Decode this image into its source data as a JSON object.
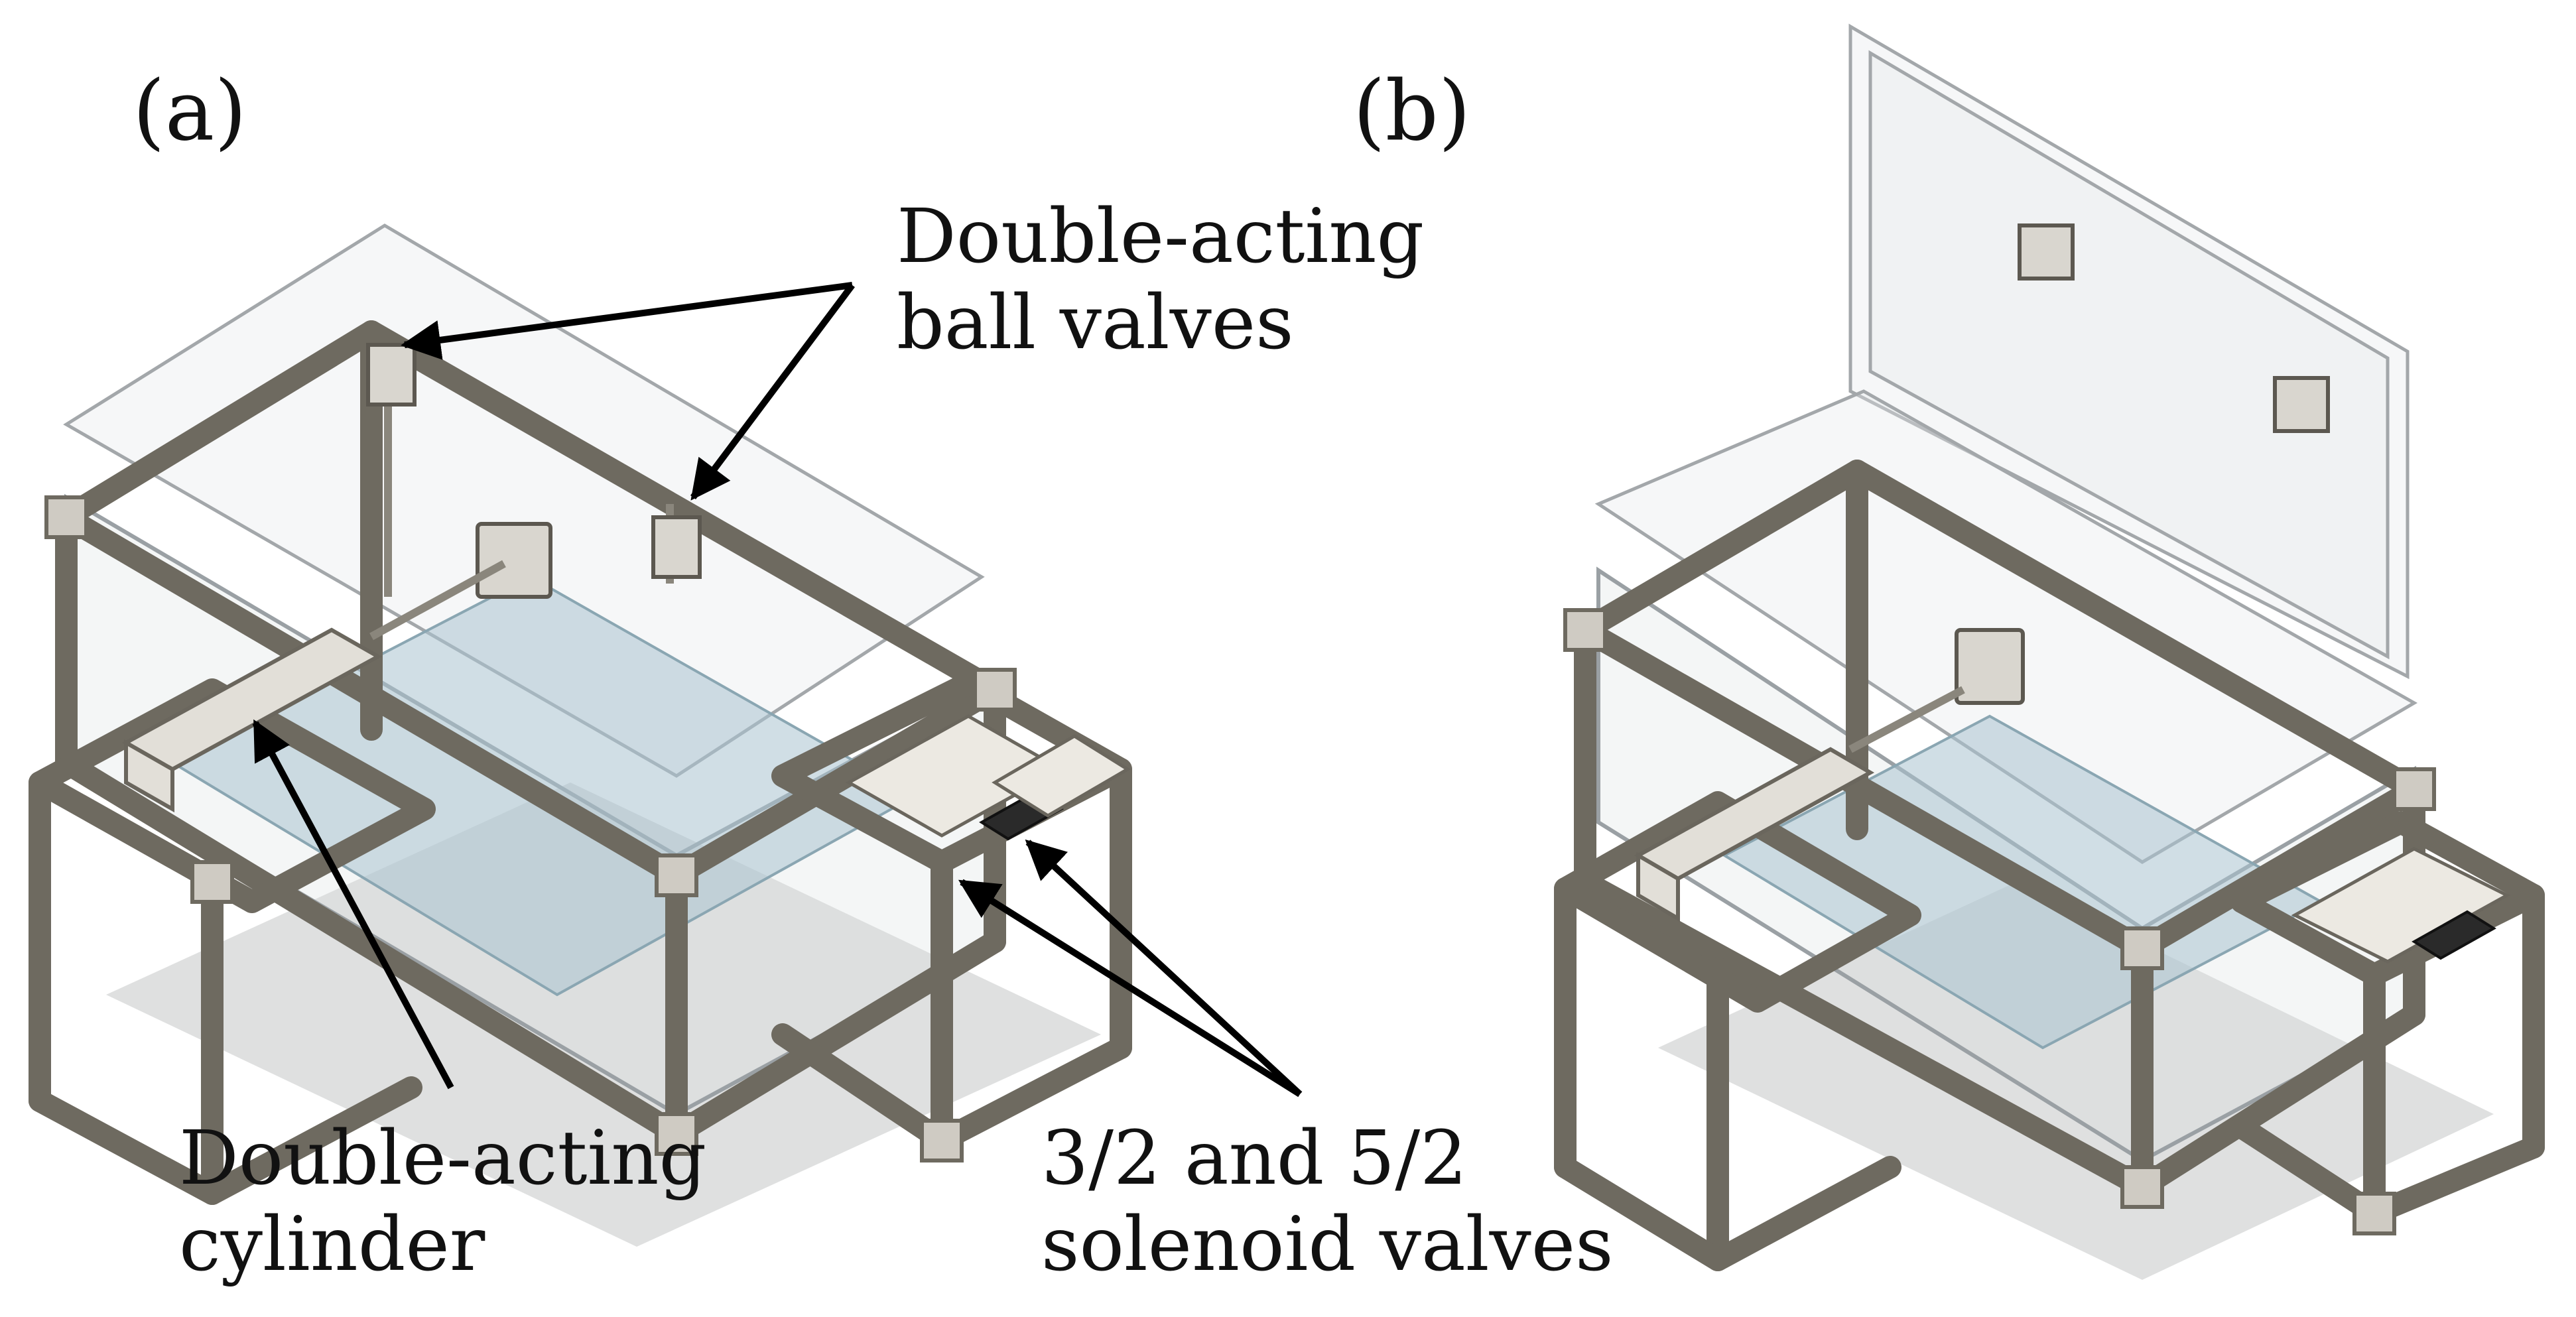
{
  "panels": {
    "a": {
      "label": "(a)"
    },
    "b": {
      "label": "(b)"
    }
  },
  "callouts": {
    "ball_valves": {
      "line1": "Double-acting",
      "line2": "ball valves"
    },
    "cylinder": {
      "line1": "Double-acting",
      "line2": "cylinder"
    },
    "solenoid_valves": {
      "line1": "3/2 and 5/2",
      "line2": "solenoid valves"
    }
  },
  "colors": {
    "frame": "#6e6a60",
    "glass": "#d8dde0",
    "water": "#a9c3cf",
    "solenoid_dark": "#2a2a2a",
    "text": "#111111"
  }
}
